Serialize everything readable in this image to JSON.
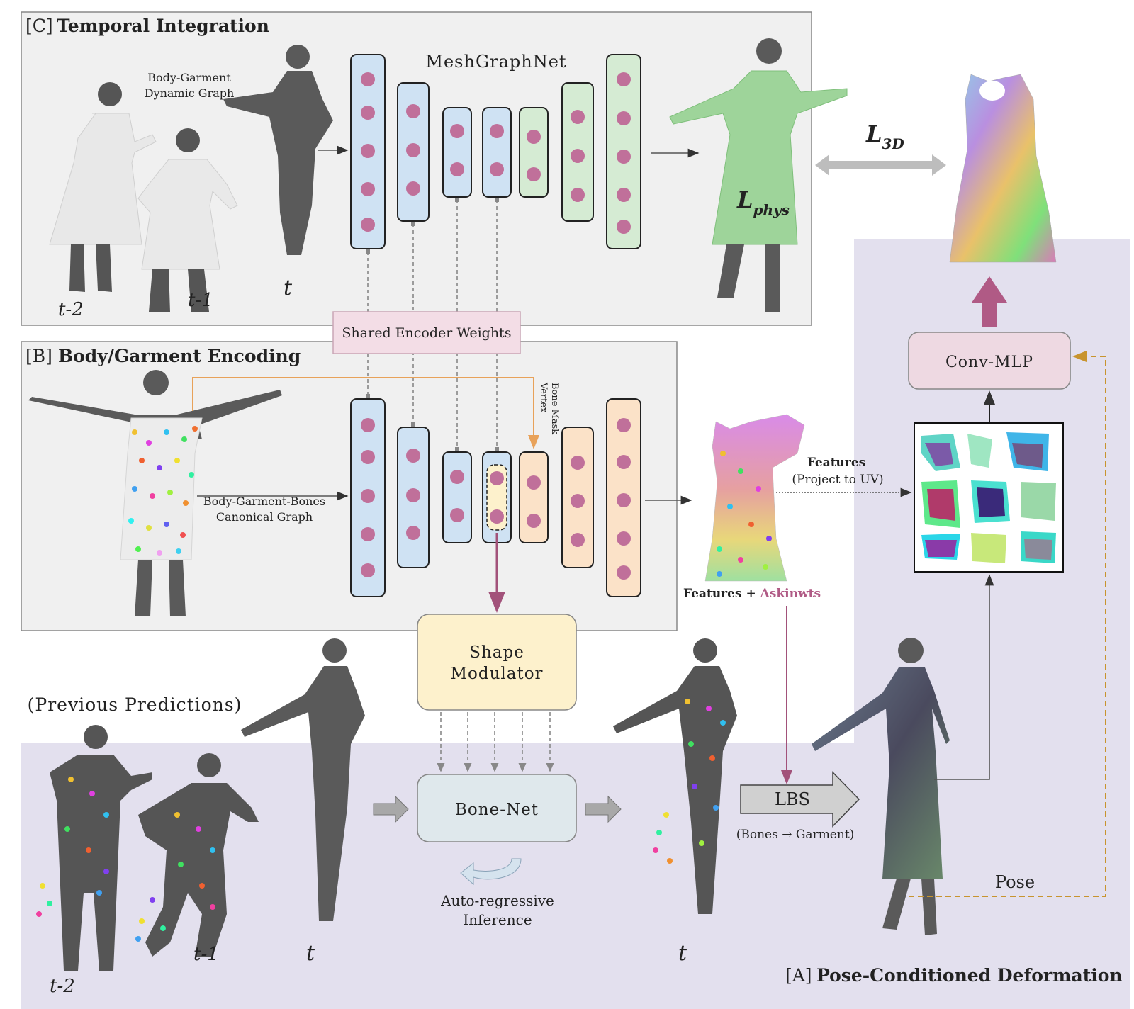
{
  "panels": {
    "temporal": {
      "tag": "[C]",
      "title": "Temporal Integration"
    },
    "encoding": {
      "tag": "[B]",
      "title": "Body/Garment Encoding"
    },
    "pose": {
      "tag": "[A]",
      "title": "Pose-Conditioned Deformation"
    }
  },
  "labels": {
    "meshgraphnet": "MeshGraphNet",
    "dynamic_graph_1": "Body-Garment",
    "dynamic_graph_2": "Dynamic Graph",
    "t_minus_2": "t-2",
    "t_minus_1": "t-1",
    "t": "t",
    "loss_3d_main": "L",
    "loss_3d_sub": "3D",
    "loss_phys_main": "L",
    "loss_phys_sub": "phys",
    "shared_encoder": "Shared Encoder Weights",
    "canonical_graph_1": "Body-Garment-Bones",
    "canonical_graph_2": "Canonical Graph",
    "bone_mask_1": "Vertex",
    "bone_mask_2": "Bone Mask",
    "features": "Features",
    "project_uv": "(Project to UV)",
    "features_plus": "Features + ",
    "dskinwts": "Δskinwts",
    "conv_mlp": "Conv-MLP",
    "shape_modulator_1": "Shape",
    "shape_modulator_2": "Modulator",
    "previous_predictions": "(Previous Predictions)",
    "bone_net": "Bone-Net",
    "autoregressive_1": "Auto-regressive",
    "autoregressive_2": "Inference",
    "lbs": "LBS",
    "bones_garment": "(Bones → Garment)",
    "pose": "Pose"
  },
  "colors": {
    "blue_layer": "#cfe2f3",
    "green_layer": "#d5ebd3",
    "orange_layer": "#fbe2c8",
    "node": "#c0709a",
    "purple_panel": "#e3e0ee",
    "gray_panel": "#f0f0f0",
    "shared_box": "#f3dde6",
    "shape_modulator": "#fdf1cc",
    "bone_net": "#dfe8ec",
    "conv_mlp": "#eed9e2",
    "magenta_arrow": "#b05a85",
    "orange_line": "#e8a25a",
    "pose_dash": "#c8942e"
  }
}
